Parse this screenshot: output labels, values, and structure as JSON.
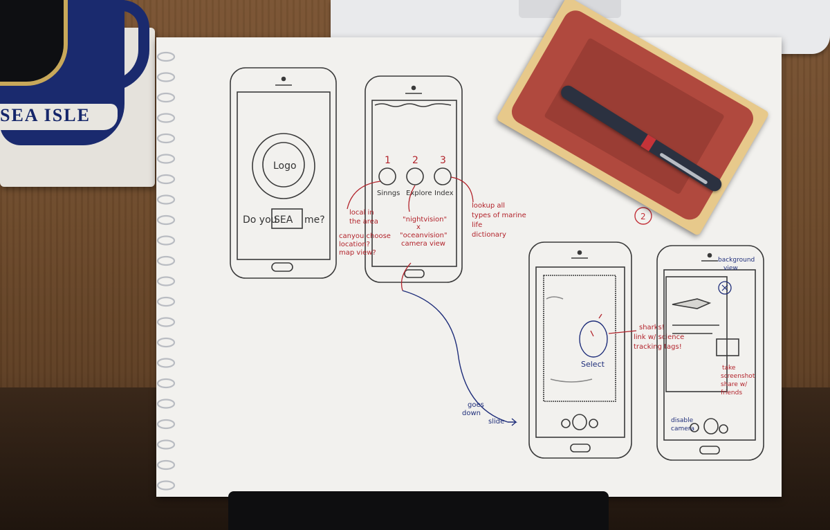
{
  "mug": {
    "label": "SEA ISLE"
  },
  "sketch": {
    "screen1": {
      "logo": "Logo",
      "tagline_left": "Do you",
      "tagline_boxed": "SEA",
      "tagline_right": "me?"
    },
    "screen2": {
      "numbers": [
        "1",
        "2",
        "3"
      ],
      "labels": [
        "Sinngs",
        "Explore",
        "Index"
      ],
      "note_sightings": [
        "local in",
        "the area",
        "canyou choose",
        "location?",
        "map view?"
      ],
      "note_explore": [
        "\"nightvision\"",
        "x",
        "\"oceanvision\"",
        "camera view"
      ],
      "note_index": [
        "lookup all",
        "types of marine",
        "life",
        "dictionary"
      ],
      "flow_note": [
        "goes",
        "down",
        "slide"
      ]
    },
    "step_marker": "2",
    "screen3": {
      "select_label": "Select",
      "note": [
        "sharks!",
        "link w/ science",
        "tracking tags!"
      ]
    },
    "screen4": {
      "note_top": [
        "background",
        "view"
      ],
      "note_side": [
        "take",
        "screenshot",
        "share w/",
        "friends"
      ],
      "note_bottom": [
        "disable",
        "camera"
      ]
    }
  }
}
